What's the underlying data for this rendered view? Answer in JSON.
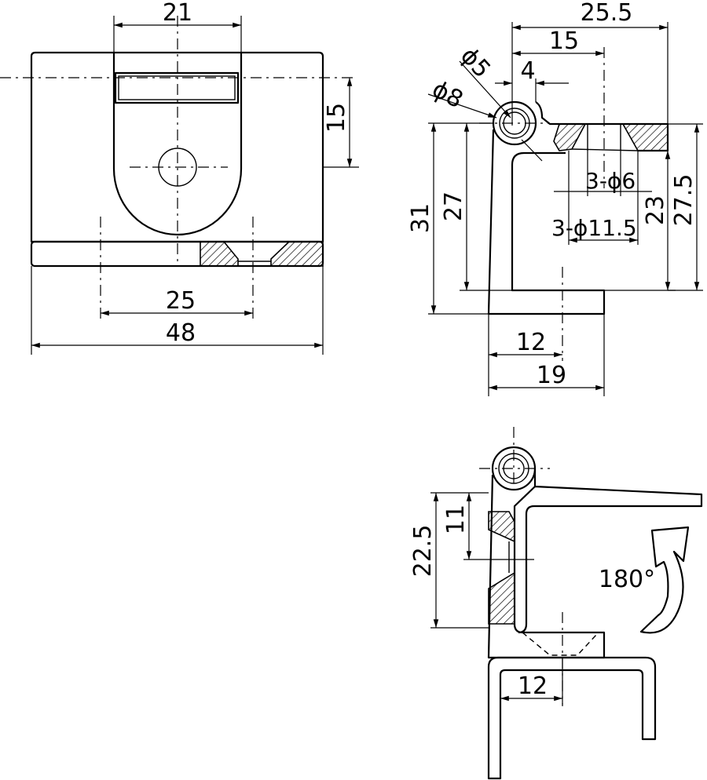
{
  "front_view": {
    "dim_width_total": "48",
    "dim_hole_spacing": "25",
    "dim_slot_width": "21",
    "dim_hole_height": "15"
  },
  "side_view": {
    "dim_total_width": "25.5",
    "dim_to_center": "15",
    "dim_offset": "4",
    "dim_pin_dia": "ϕ5",
    "dim_knuckle_dia": "ϕ8",
    "dim_total_height": "31",
    "dim_inner_height": "27",
    "dim_hole_small": "3-ϕ6",
    "dim_hole_large": "3-ϕ11.5",
    "dim_height_23": "23",
    "dim_height_27_5": "27.5",
    "dim_foot_12": "12",
    "dim_foot_19": "19"
  },
  "rotated_view": {
    "dim_height": "22.5",
    "dim_small": "11",
    "dim_base": "12",
    "rotation_label": "180°"
  }
}
